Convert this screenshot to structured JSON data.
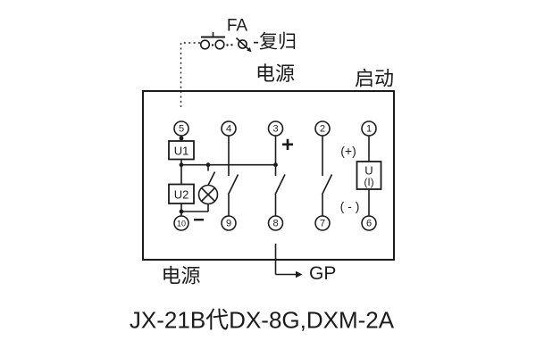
{
  "diagram": {
    "caption": "JX-21B代DX-8G,DXM-2A",
    "top": {
      "button_label": "FA",
      "reset_label": "-复归",
      "power_label": "电源",
      "start_label": "启动"
    },
    "bottom": {
      "power_label": "电源",
      "gp_label": "GP"
    },
    "components": {
      "u1_label": "U1",
      "u2_label": "U2",
      "ui_line1": "U",
      "ui_line2": "(I)",
      "plus_label": "+",
      "minus_label": "−",
      "plus_paren_label": "(+)",
      "minus_paren_label": "( - )"
    },
    "terminals": {
      "top": [
        "5",
        "4",
        "3",
        "2",
        "1"
      ],
      "bottom": [
        "10",
        "9",
        "8",
        "7",
        "6"
      ]
    },
    "colors": {
      "line": "#1b1b1b",
      "background": "#ffffff"
    }
  }
}
